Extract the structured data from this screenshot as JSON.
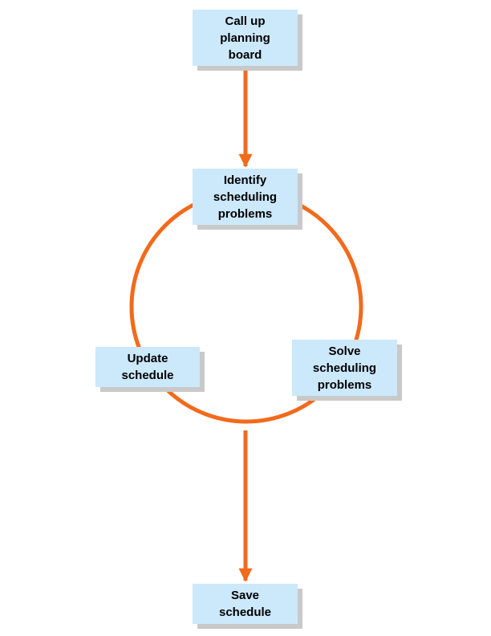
{
  "colors": {
    "box_fill": "#cce8fb",
    "box_shadow": "#c9c9c9",
    "arrow": "#f26a1b",
    "text": "#000000"
  },
  "steps": {
    "call_up": "Call up\nplanning\nboard",
    "identify": "Identify\nscheduling\nproblems",
    "update": "Update\nschedule",
    "solve": "Solve\nscheduling\nproblems",
    "save": "Save\nschedule"
  }
}
